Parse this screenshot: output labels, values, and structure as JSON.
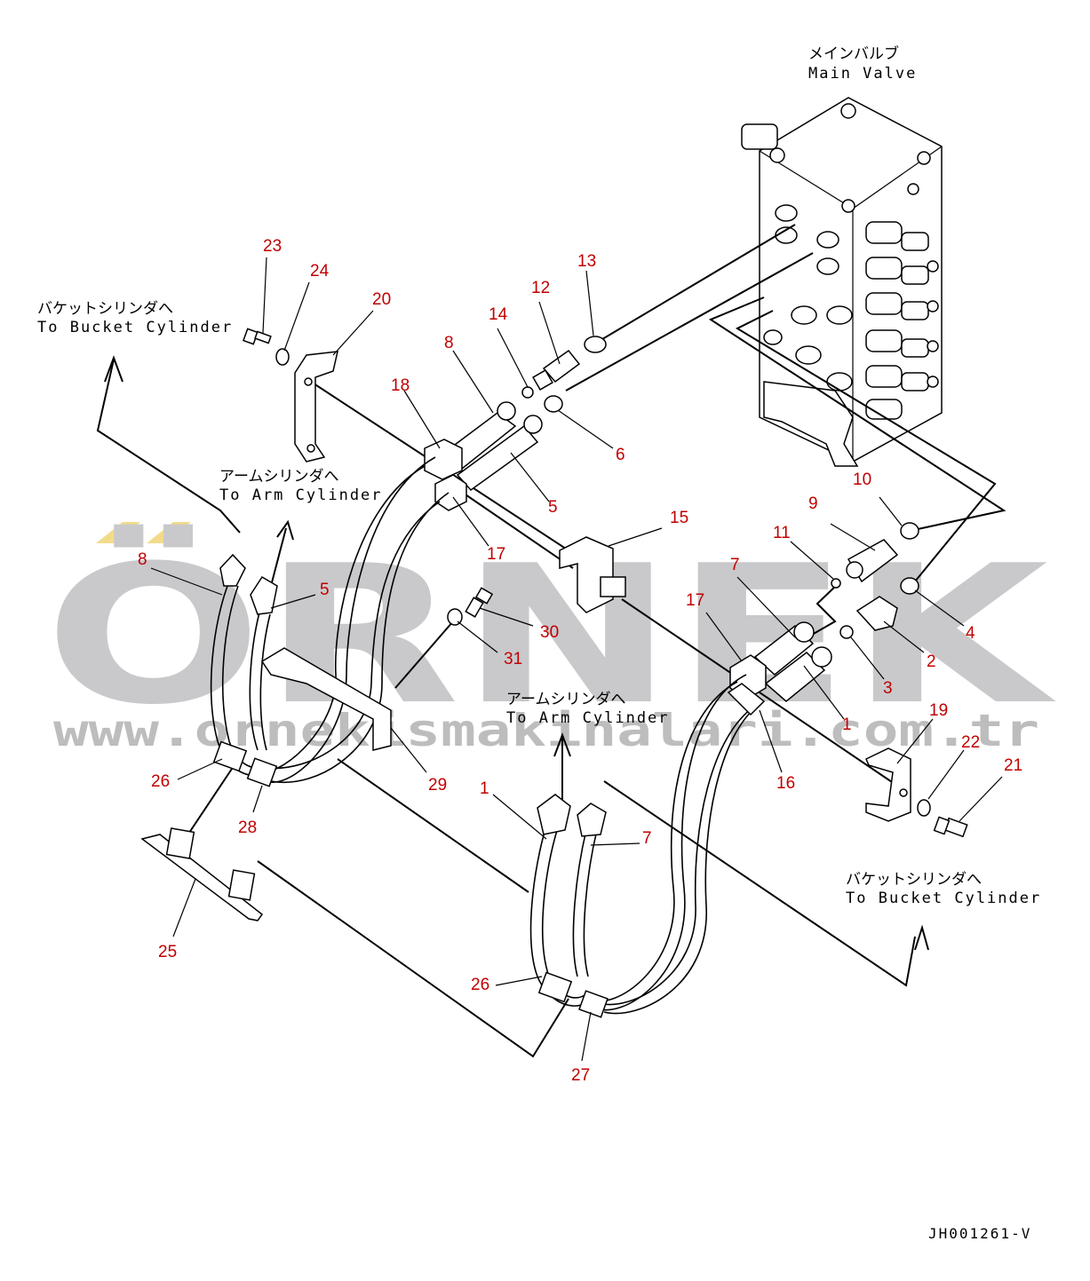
{
  "labels": {
    "main_valve_jp": "メインバルブ",
    "main_valve_en": "Main Valve",
    "bucket_left_jp": "バケットシリンダへ",
    "bucket_left_en": "To Bucket Cylinder",
    "arm_upper_jp": "アームシリンダへ",
    "arm_upper_en": "To Arm Cylinder",
    "arm_lower_jp": "アームシリンダへ",
    "arm_lower_en": "To Arm Cylinder",
    "bucket_right_jp": "バケットシリンダへ",
    "bucket_right_en": "To Bucket Cylinder"
  },
  "drawing_code": "JH001261-V",
  "watermark": {
    "brand": "ÖRNEK",
    "url": "www.ornekismakinalari.com.tr",
    "accent_color": "#f2dc8a"
  },
  "callout_color": "#c00000",
  "part_numbers": {
    "p23": "23",
    "p24": "24",
    "p20": "20",
    "p8a": "8",
    "p18": "18",
    "p14": "14",
    "p12": "12",
    "p13": "13",
    "p6": "6",
    "p5a": "5",
    "p17a": "17",
    "p10": "10",
    "p9": "9",
    "p11": "11",
    "p15": "15",
    "p4": "4",
    "p2": "2",
    "p3": "3",
    "p7a": "7",
    "p17b": "17",
    "p1a": "1",
    "p16": "16",
    "p19": "19",
    "p22": "22",
    "p21": "21",
    "p8b": "8",
    "p5b": "5",
    "p30": "30",
    "p31": "31",
    "p29": "29",
    "p26a": "26",
    "p28": "28",
    "p25": "25",
    "p1b": "1",
    "p7b": "7",
    "p26b": "26",
    "p27": "27"
  }
}
